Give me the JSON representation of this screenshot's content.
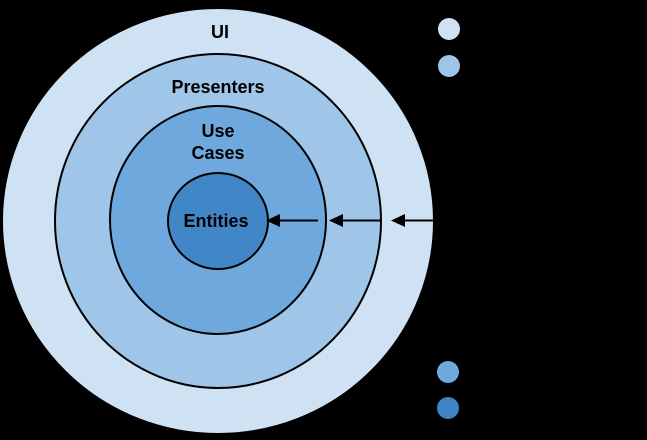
{
  "diagram": {
    "background_color": "#000000",
    "outline_color": "#000000",
    "text_color": "#000000",
    "rings": [
      {
        "label": "UI",
        "color": "#cfe2f3"
      },
      {
        "label": "Presenters",
        "color": "#9fc5e8"
      },
      {
        "label": "Use Cases",
        "lines": [
          "Use",
          "Cases"
        ],
        "color": "#6fa8dc"
      },
      {
        "label": "Entities",
        "color": "#4187c8"
      }
    ],
    "arrows": {
      "direction": "inward",
      "count": 3,
      "color": "#000000"
    },
    "legend_dots": [
      {
        "color": "#cfe2f3"
      },
      {
        "color": "#9fc5e8"
      },
      {
        "color": "#6fa8dc"
      },
      {
        "color": "#3d85c6"
      }
    ]
  }
}
